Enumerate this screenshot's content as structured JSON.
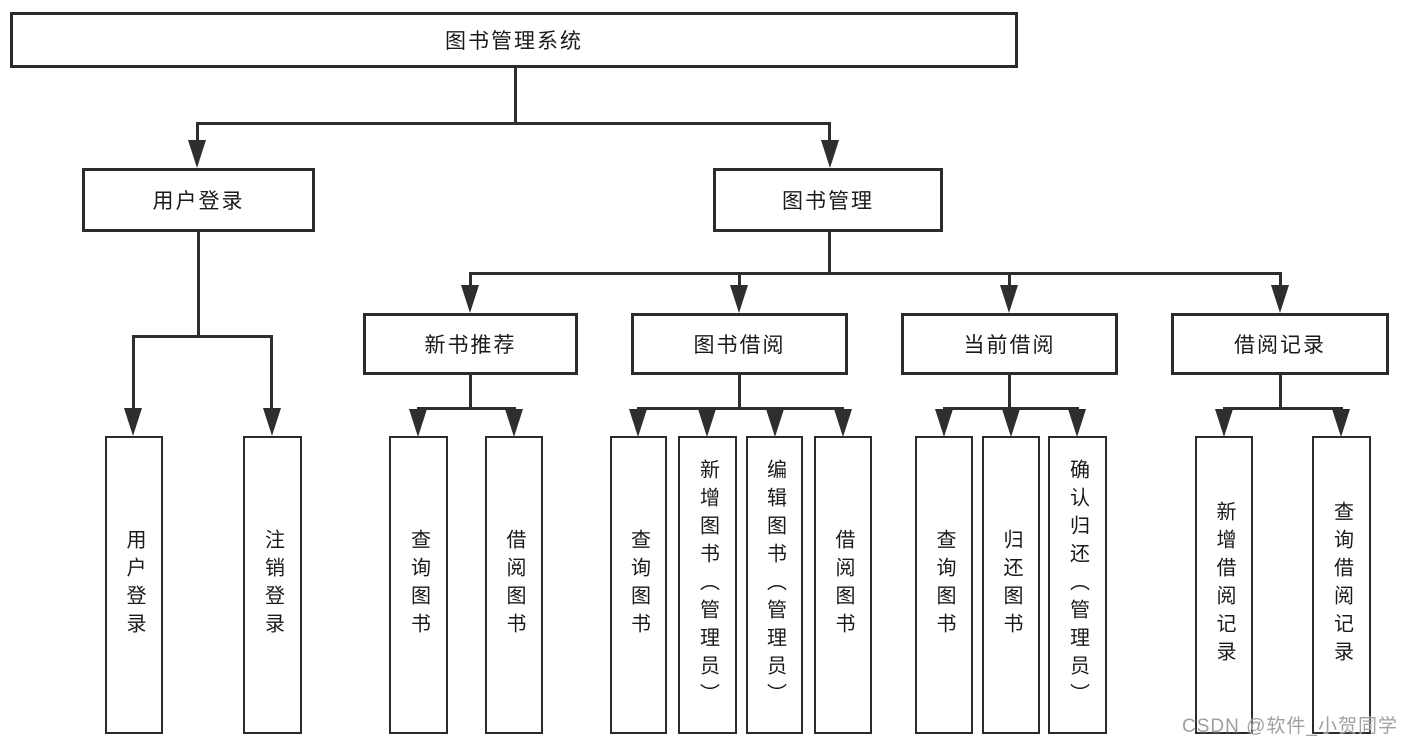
{
  "diagram": {
    "root": {
      "label": "图书管理系统"
    },
    "branches": [
      {
        "label": "用户登录"
      },
      {
        "label": "图书管理"
      }
    ],
    "modules": [
      {
        "label": "新书推荐"
      },
      {
        "label": "图书借阅"
      },
      {
        "label": "当前借阅"
      },
      {
        "label": "借阅记录"
      }
    ],
    "leaves": {
      "login": [
        "用户登录",
        "注销登录"
      ],
      "recommend": [
        "查询图书",
        "借阅图书"
      ],
      "borrow": [
        "查询图书",
        "新增图书（管理员）",
        "编辑图书（管理员）",
        "借阅图书"
      ],
      "current": [
        "查询图书",
        "归还图书",
        "确认归还（管理员）"
      ],
      "records": [
        "新增借阅记录",
        "查询借阅记录"
      ]
    }
  },
  "watermark": {
    "text": "CSDN @软件_小贺同学"
  },
  "colors": {
    "line": "#2e2e2e",
    "node_border": "#2b2b2b",
    "text": "#1a1a1a",
    "watermark": "#a0a0a0",
    "background": "#ffffff"
  }
}
